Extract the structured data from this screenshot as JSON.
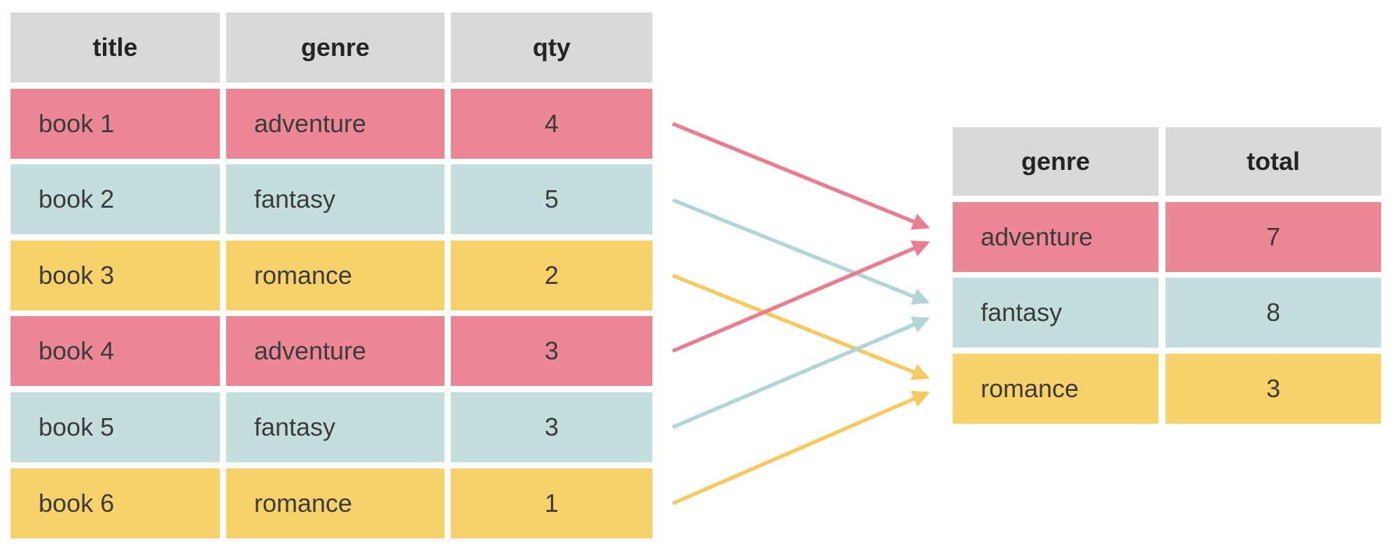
{
  "palette": {
    "header_bg": "#d9d9d9",
    "adventure_bg": "#ec8796",
    "fantasy_bg": "#c3dedd",
    "romance_bg": "#f7d169",
    "adventure_arrow": "#e87f91",
    "fantasy_arrow": "#b2d6d6",
    "romance_arrow": "#f5ca62",
    "header_text": "#242424",
    "cell_text": "#3b3b3b"
  },
  "left_table": {
    "headers": [
      "title",
      "genre",
      "qty"
    ],
    "rows": [
      {
        "title": "book 1",
        "genre": "adventure",
        "qty": "4"
      },
      {
        "title": "book 2",
        "genre": "fantasy",
        "qty": "5"
      },
      {
        "title": "book 3",
        "genre": "romance",
        "qty": "2"
      },
      {
        "title": "book 4",
        "genre": "adventure",
        "qty": "3"
      },
      {
        "title": "book 5",
        "genre": "fantasy",
        "qty": "3"
      },
      {
        "title": "book 6",
        "genre": "romance",
        "qty": "1"
      }
    ]
  },
  "right_table": {
    "headers": [
      "genre",
      "total"
    ],
    "rows": [
      {
        "genre": "adventure",
        "total": "7"
      },
      {
        "genre": "fantasy",
        "total": "8"
      },
      {
        "genre": "romance",
        "total": "3"
      }
    ]
  },
  "arrows": [
    {
      "from": "book 1",
      "to": "adventure"
    },
    {
      "from": "book 2",
      "to": "fantasy"
    },
    {
      "from": "book 3",
      "to": "romance"
    },
    {
      "from": "book 4",
      "to": "adventure"
    },
    {
      "from": "book 5",
      "to": "fantasy"
    },
    {
      "from": "book 6",
      "to": "romance"
    }
  ]
}
